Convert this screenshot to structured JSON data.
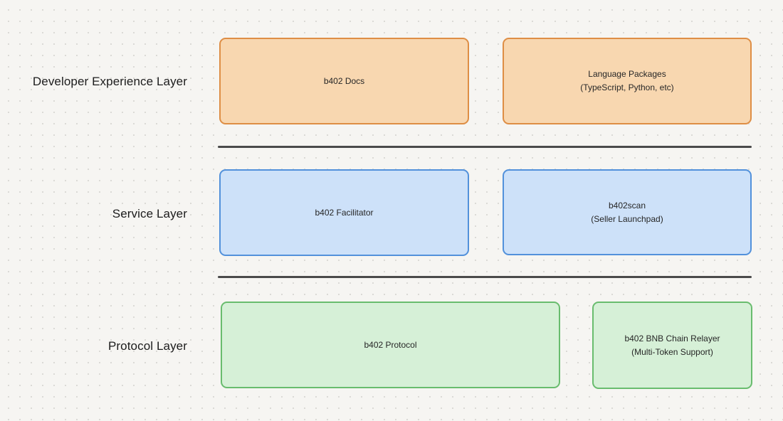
{
  "diagram": {
    "background_color": "#f6f5f2",
    "dot_grid_color": "#d9d8d4",
    "divider_color": "#4a4a4a",
    "box_text_color": "#262626",
    "layers": [
      {
        "label": "Developer Experience Layer",
        "theme": {
          "fill": "#f8d7b0",
          "border": "#de8e45"
        },
        "boxes": [
          {
            "label": "b402 Docs"
          },
          {
            "label": "Language Packages\n(TypeScript, Python, etc)"
          }
        ]
      },
      {
        "label": "Service Layer",
        "theme": {
          "fill": "#cde1f9",
          "border": "#5291db"
        },
        "boxes": [
          {
            "label": "b402 Facilitator"
          },
          {
            "label": "b402scan\n(Seller Launchpad)"
          }
        ]
      },
      {
        "label": "Protocol Layer",
        "theme": {
          "fill": "#d6f0d7",
          "border": "#69bc6e"
        },
        "boxes": [
          {
            "label": "b402 Protocol"
          },
          {
            "label": "b402 BNB Chain Relayer\n(Multi-Token Support)"
          }
        ]
      }
    ]
  }
}
